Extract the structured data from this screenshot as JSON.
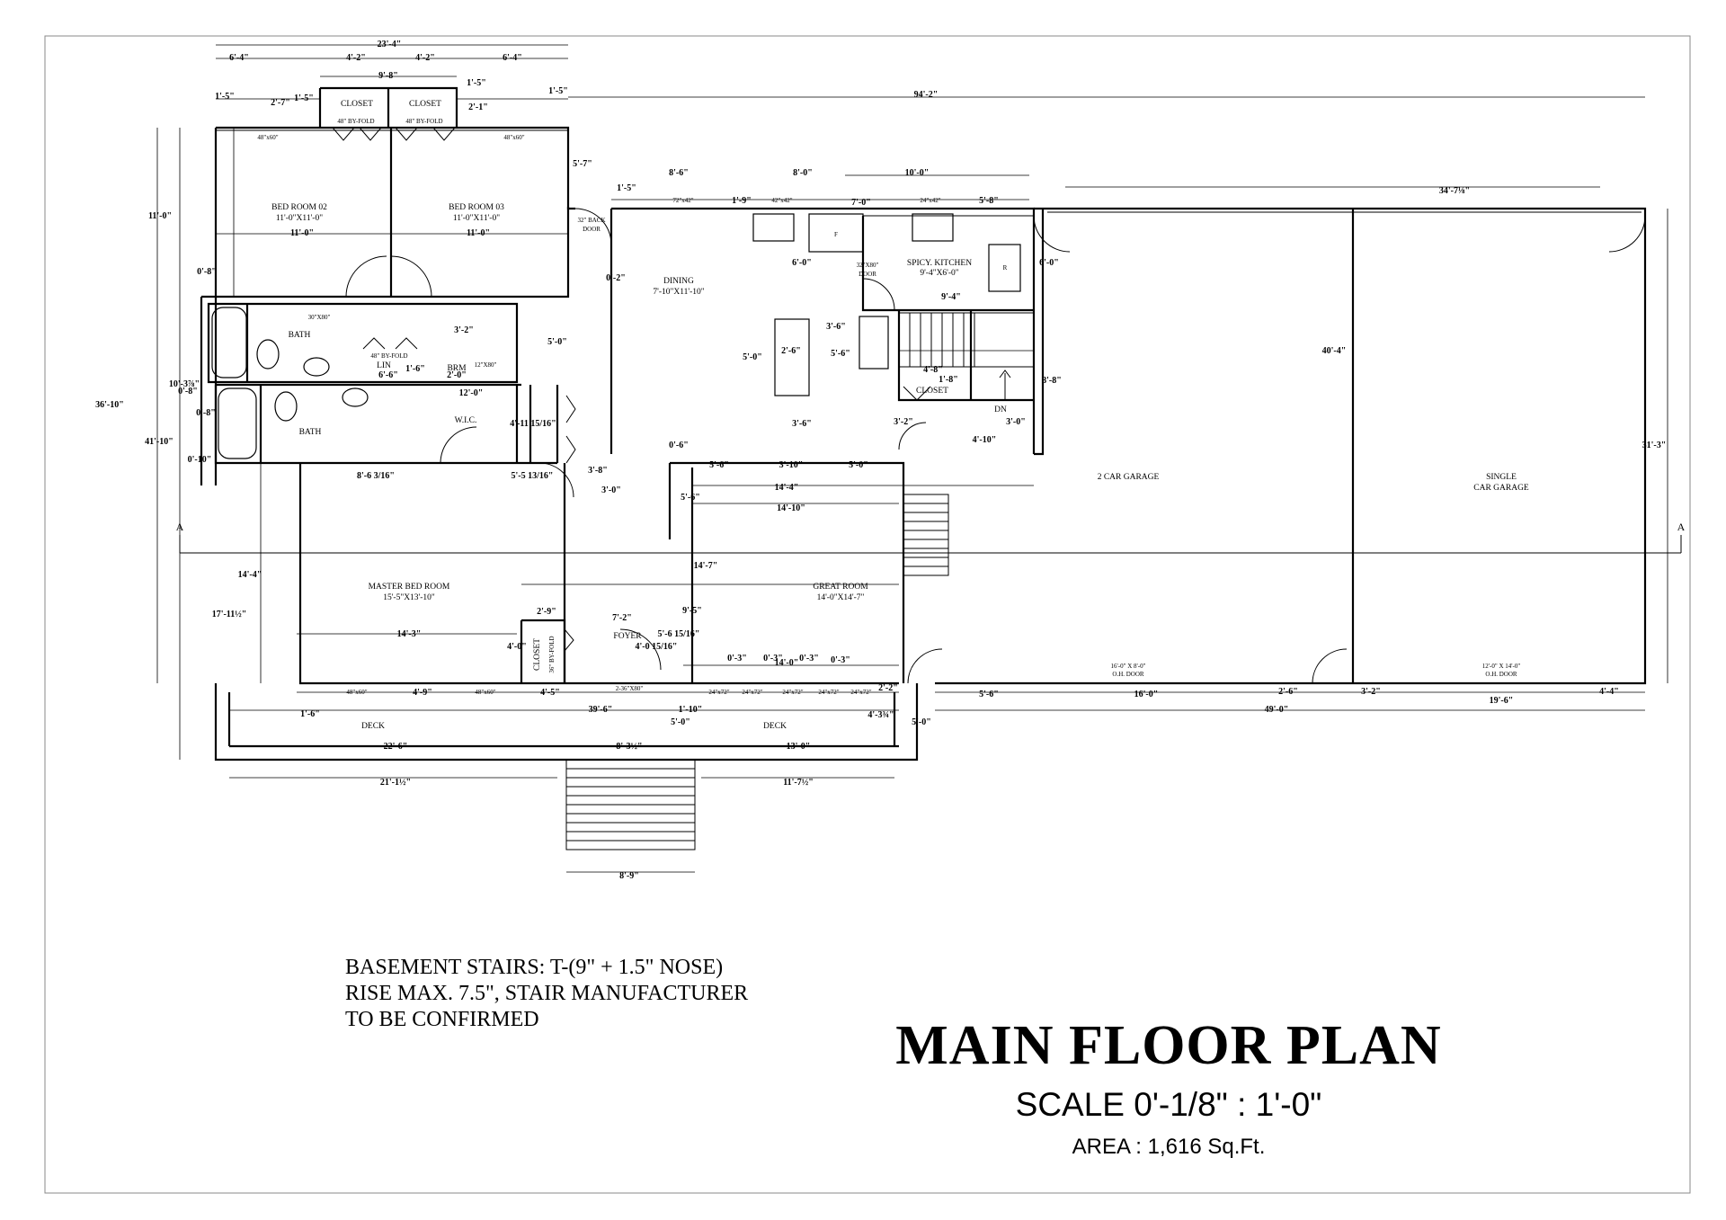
{
  "rooms": {
    "bed_02": {
      "name": "BED ROOM 02",
      "size": "11'-0\"X11'-0\""
    },
    "bed_03": {
      "name": "BED ROOM 03",
      "size": "11'-0\"X11'-0\""
    },
    "dining": {
      "name": "DINING",
      "size": "7'-10\"X11'-10\""
    },
    "spicy_kitchen": {
      "name": "SPICY. KITCHEN",
      "size": "9'-4\"X6'-0\""
    },
    "master_bed": {
      "name": "MASTER BED ROOM",
      "size": "15'-5\"X13'-10\""
    },
    "great_room": {
      "name": "GREAT ROOM",
      "size": "14'-0\"X14'-7\""
    },
    "garage_2": {
      "name": "2 CAR GARAGE"
    },
    "garage_single": {
      "name1": "SINGLE",
      "name2": "CAR GARAGE"
    },
    "closet1": "CLOSET",
    "closet2": "CLOSET",
    "closet3": "CLOSET",
    "closet4": "CLOSET",
    "bath1": "BATH",
    "bath2": "BATH",
    "wic": "W.I.C.",
    "lin": "LIN",
    "brm": "BRM",
    "foyer": "FOYER",
    "deck1": "DECK",
    "deck2": "DECK",
    "dn": "DN"
  },
  "labels": {
    "bifold1": "48\" BY-FOLD",
    "bifold2": "48\" BY-FOLD",
    "bifold3": "48\" BY-FOLD",
    "bifold4": "36\" BY-FOLD",
    "win_48x60_a": "48\"x60\"",
    "win_48x60_b": "48\"x60\"",
    "win_48x60_c": "48\"x60\"",
    "win_48x60_d": "48\"x60\"",
    "win_72x42": "72\"x42\"",
    "win_42x42": "42\"x42\"",
    "win_24x42": "24\"x42\"",
    "win_24x72_a": "24\"x72\"",
    "win_24x72_b": "24\"x72\"",
    "win_24x72_c": "24\"x72\"",
    "win_24x72_d": "24\"x72\"",
    "win_24x72_e": "24\"x72\"",
    "back_door1": "32\" BACK",
    "back_door2": "DOOR",
    "door_32x80_a": "32\"X80\"",
    "door_32x80_b": "DOOR",
    "door_30x80": "30\"X80\"",
    "door_12x80": "12\"X80\"",
    "door_2_36x80": "2-36\"X80\"",
    "ohdoor_16": "16'-0\" X 8'-0\"",
    "ohdoor_16b": "O.H. DOOR",
    "ohdoor_12": "12'-0\" X 14'-0\"",
    "ohdoor_12b": "O.H. DOOR",
    "fridge": "F",
    "range": "R",
    "marker_a_left": "A",
    "marker_a_right": "A"
  },
  "dimensions": {
    "d1": "23'-4\"",
    "d2": "6'-4\"",
    "d3": "4'-2\"",
    "d4": "4'-2\"",
    "d5": "6'-4\"",
    "d6": "9'-8\"",
    "d7": "1'-5\"",
    "d8": "2'-7\"",
    "d9": "1'-5\"",
    "d10": "1'-5\"",
    "d11": "2'-1\"",
    "d12": "1'-5\"",
    "d13": "94'-2\"",
    "d14": "5'-7\"",
    "d15": "8'-6\"",
    "d16": "8'-0\"",
    "d17": "10'-0\"",
    "d18": "1'-5\"",
    "d19": "1'-9\"",
    "d20": "7'-0\"",
    "d21": "5'-8\"",
    "d22": "34'-7⅛\"",
    "d23": "11'-0\"",
    "d24": "11'-0\"",
    "d25": "11'-0\"",
    "d26": "0'-8\"",
    "d27": "0'-2\"",
    "d28": "6'-0\"",
    "d29": "9'-4\"",
    "d30": "6'-0\"",
    "d31": "3'-2\"",
    "d32": "5'-0\"",
    "d33": "3'-6\"",
    "d34": "2'-6\"",
    "d35": "5'-0\"",
    "d36": "5'-6\"",
    "d37": "4'-8\"",
    "d38": "1'-8\"",
    "d39": "40'-4\"",
    "d40": "36'-10\"",
    "d41": "41'-10\"",
    "d42": "10'-3⅞\"",
    "d43": "0'-8\"",
    "d44": "0'-8\"",
    "d45": "0'-10\"",
    "d46": "6'-6\"",
    "d47": "1'-6\"",
    "d48": "2'-0\"",
    "d49": "12'-0\"",
    "d50": "4'-11 15/16\"",
    "d51": "8'-8\"",
    "d52": "3'-6\"",
    "d53": "3'-2\"",
    "d54": "3'-0\"",
    "d55": "4'-10\"",
    "d56": "0'-6\"",
    "d57": "5'-6\"",
    "d58": "3'-10\"",
    "d59": "5'-0\"",
    "d60": "8'-6 3/16\"",
    "d61": "5'-5 13/16\"",
    "d62": "3'-8\"",
    "d63": "3'-0\"",
    "d64": "14'-4\"",
    "d65": "14'-10\"",
    "d66": "5'-6\"",
    "d67": "31'-3\"",
    "d68": "14'-7\"",
    "d69": "14'-4\"",
    "d70": "17'-11½\"",
    "d71": "2'-9\"",
    "d72": "7'-2\"",
    "d73": "9'-5\"",
    "d74": "14'-3\"",
    "d75": "4'-0\"",
    "d76": "5'-6 15/16\"",
    "d77": "4'-0 15/16\"",
    "d78": "0'-3\"",
    "d79": "0'-3\"",
    "d80": "14'-0\"",
    "d81": "0'-3\"",
    "d82": "0'-3\"",
    "d83": "4'-9\"",
    "d84": "4'-5\"",
    "d85": "2'-2\"",
    "d86": "5'-6\"",
    "d87": "16'-0\"",
    "d88": "2'-6\"",
    "d89": "3'-2\"",
    "d90": "19'-6\"",
    "d91": "4'-4\"",
    "d92": "1'-6\"",
    "d93": "39'-6\"",
    "d94": "1'-10\"",
    "d95": "49'-0\"",
    "d96": "5'-0\"",
    "d97": "4'-3¾\"",
    "d98": "5'-0\"",
    "d99": "22'-6\"",
    "d100": "8'-3½\"",
    "d101": "13'-0\"",
    "d102": "21'-1½\"",
    "d103": "11'-7½\"",
    "d104": "8'-9\""
  },
  "notes": {
    "line1": "BASEMENT STAIRS: T-(9\" + 1.5\" NOSE)",
    "line2": "RISE MAX. 7.5\", STAIR MANUFACTURER",
    "line3": "TO BE CONFIRMED"
  },
  "title": "MAIN FLOOR PLAN",
  "scale": "SCALE  0'-1/8\" : 1'-0\"",
  "area": "AREA  :  1,616 Sq.Ft."
}
